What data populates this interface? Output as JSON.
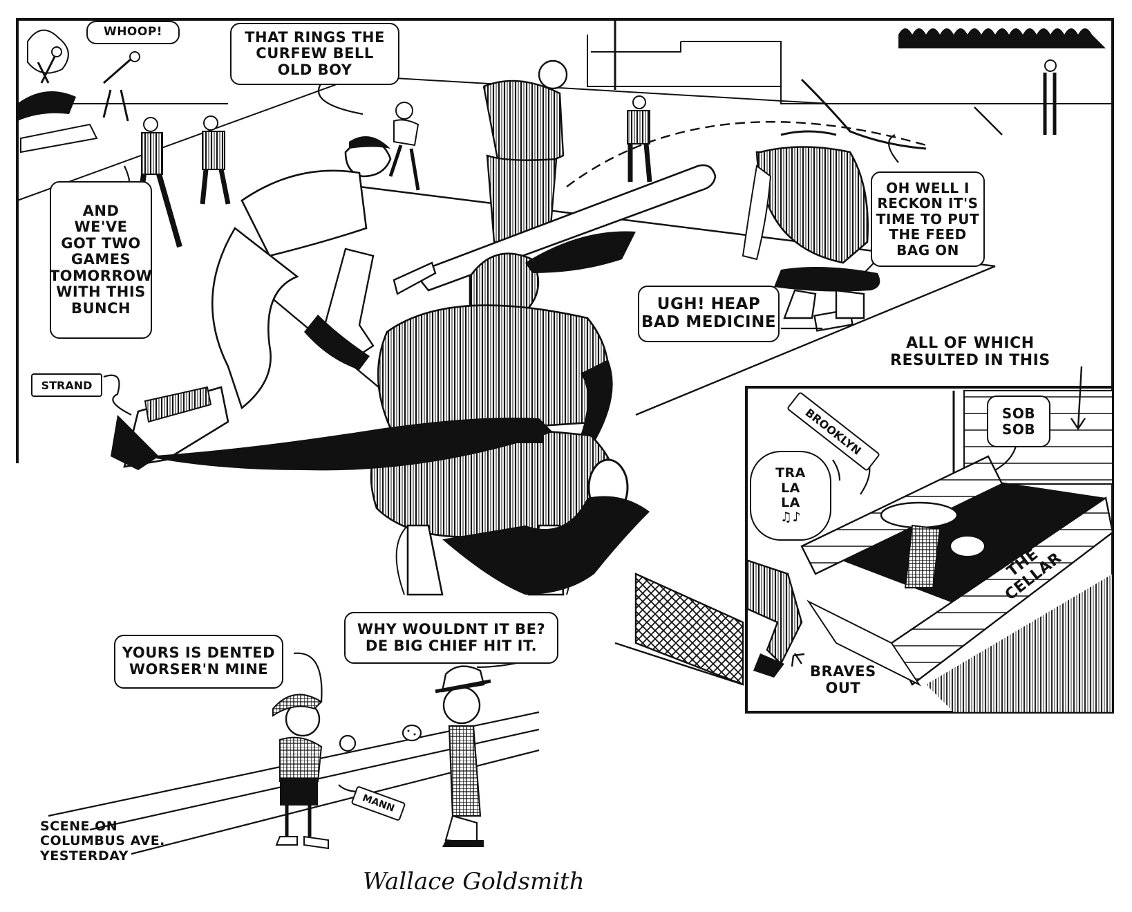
{
  "bubbles": {
    "whoop": "WHOOP!",
    "curfew": "THAT RINGS THE\nCURFEW BELL\nOLD BOY",
    "two_games": "AND\nWE'VE\nGOT TWO\nGAMES\nTOMORROW\nWITH THIS\nBUNCH",
    "feed_bag": "OH WELL I\nRECKON IT'S\nTIME TO PUT\nTHE FEED\nBAG ON",
    "heap": "UGH! HEAP\nBAD MEDICINE",
    "sob": "SOB\nSOB",
    "tra_la": "TRA\nLA\nLA\n♫♪",
    "dented": "YOURS IS DENTED\nWORSER'N MINE",
    "why": "WHY WOULDNT IT BE?\nDE BIG CHIEF HIT IT."
  },
  "labels": {
    "strand": "STRAND",
    "brooklyn": "BROOKLYN",
    "mann": "MANN",
    "cellar": "THE\nCELLAR"
  },
  "captions": {
    "result": "ALL OF WHICH\nRESULTED IN THIS",
    "braves_out": "BRAVES\nOUT",
    "scene": "SCENE ON\nCOLUMBUS AVE.\nYESTERDAY"
  },
  "signature": "Wallace Goldsmith"
}
